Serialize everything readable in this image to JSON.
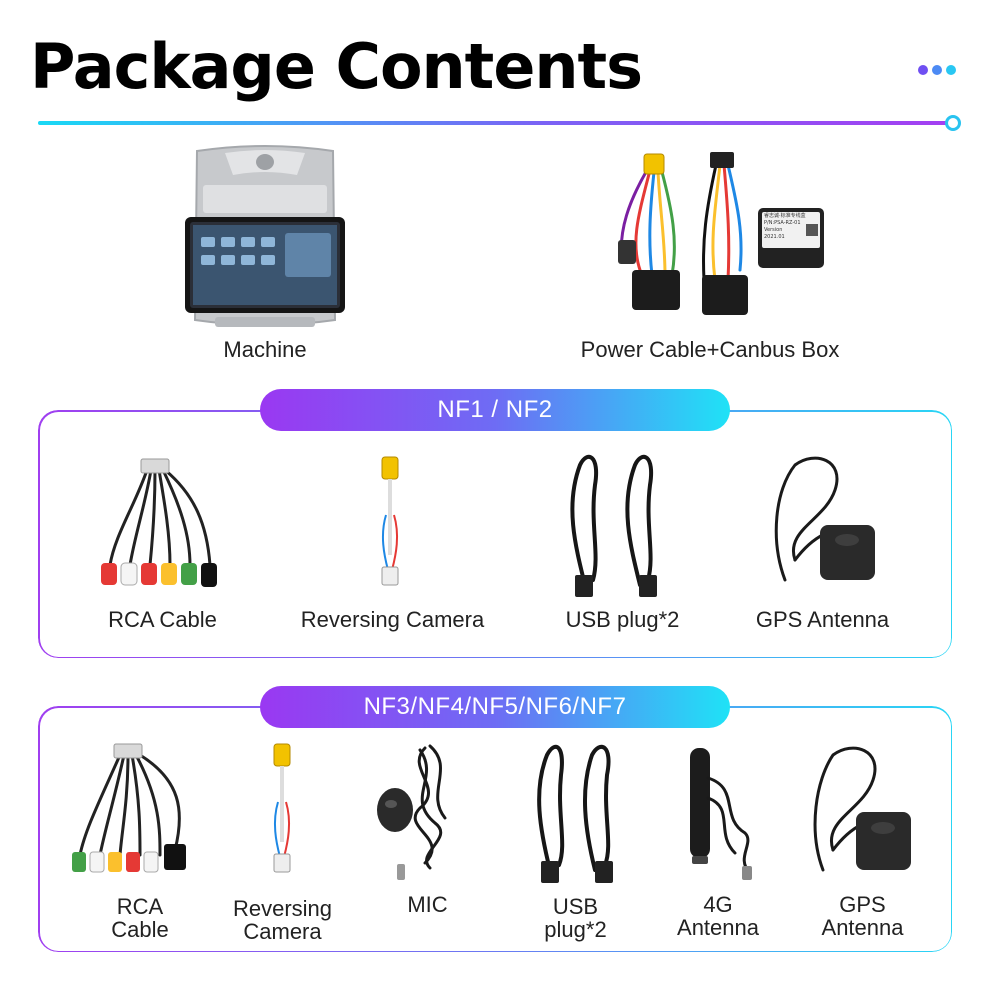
{
  "header": {
    "title": "Package Contents",
    "dot_colors": [
      "#6f4ff2",
      "#4c8af4",
      "#29c7f3"
    ]
  },
  "top_items": {
    "machine_label": "Machine",
    "power_label": "Power Cable+Canbus Box",
    "canbus_label_lines": [
      "睿志诚·标准专线盒",
      "P/N:PSA-RZ-01",
      "Version",
      "2021.01"
    ]
  },
  "nf12": {
    "badge": "NF1 / NF2",
    "items": [
      "RCA Cable",
      "Reversing Camera",
      "USB plug*2",
      "GPS Antenna"
    ]
  },
  "nf37": {
    "badge": "NF3/NF4/NF5/NF6/NF7",
    "items": [
      [
        "RCA",
        "Cable"
      ],
      [
        "Reversing",
        "Camera"
      ],
      [
        "MIC",
        ""
      ],
      [
        "USB",
        "plug*2"
      ],
      [
        "4G",
        "Antenna"
      ],
      [
        "GPS",
        "Antenna"
      ]
    ]
  },
  "colors": {
    "accent_purple": "#9a38f2",
    "accent_cyan": "#1fe2f6"
  }
}
